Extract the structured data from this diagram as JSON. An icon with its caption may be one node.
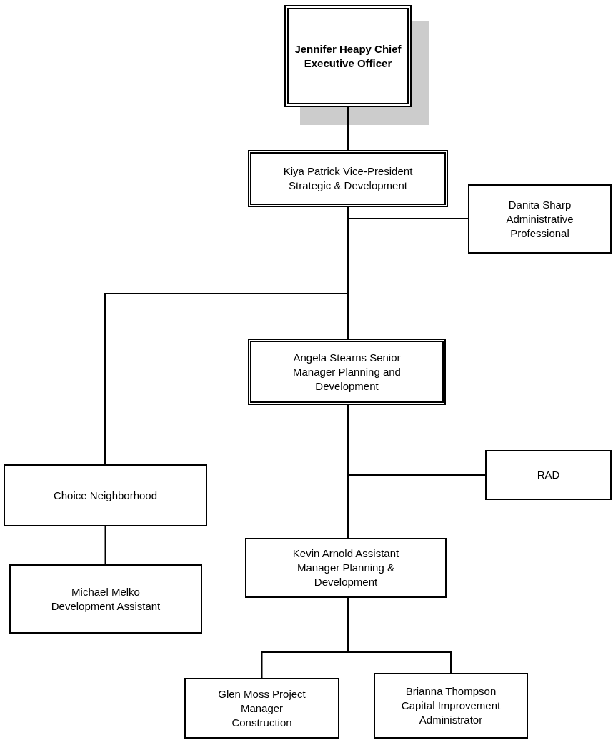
{
  "diagram": {
    "nodes": [
      {
        "text": [
          "Jennifer Heapy Chief Executive Officer"
        ]
      },
      {
        "text": [
          "Kiya Patrick Vice-President Strategic & Development"
        ]
      },
      {
        "text": [
          "Danita Sharp Administrative Professional"
        ]
      },
      {
        "text": [
          "Choice Neighborhood"
        ]
      },
      {
        "text": [
          "Angela Stearns Senior Manager Planning and Development"
        ]
      },
      {
        "text": [
          "RAD"
        ]
      },
      {
        "text": [
          "Michael Melko Development Assistant"
        ]
      },
      {
        "text": [
          "Kevin Arnold Assistant Manager Planning & Development"
        ]
      },
      {
        "text": [
          "Glen Moss Project Manager Construction"
        ]
      },
      {
        "text": [
          "Brianna Thompson Capital Improvement Administrator"
        ]
      }
    ],
    "edges": [
      {
        "from": 0,
        "to": 1,
        "arrow": "none"
      },
      {
        "from": 1,
        "to": 2,
        "arrow": "none"
      },
      {
        "from": 1,
        "to": 3,
        "arrow": "none"
      },
      {
        "from": 1,
        "to": 4,
        "arrow": "none"
      },
      {
        "from": 4,
        "to": 5,
        "arrow": "none"
      },
      {
        "from": 4,
        "to": 7,
        "arrow": "none"
      },
      {
        "from": 3,
        "to": 6,
        "arrow": "none"
      },
      {
        "from": 7,
        "to": 8,
        "arrow": "none"
      },
      {
        "from": 7,
        "to": 9,
        "arrow": "none"
      }
    ]
  }
}
